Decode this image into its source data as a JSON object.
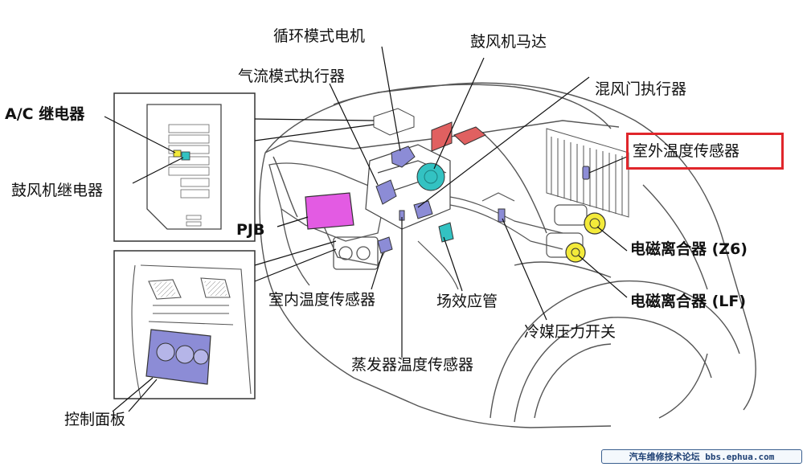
{
  "labels": {
    "recirc_motor": "循环模式电机",
    "blower_motor": "鼓风机马达",
    "airflow_actuator": "气流模式执行器",
    "mix_door_actuator": "混风门执行器",
    "ac_relay": "A/C 继电器",
    "outdoor_temp_sensor": "室外温度传感器",
    "blower_relay": "鼓风机继电器",
    "pjb": "PJB",
    "clutch_z6": "电磁离合器 (Z6)",
    "clutch_lf": "电磁离合器 (LF)",
    "indoor_temp_sensor": "室内温度传感器",
    "fet": "场效应管",
    "refrigerant_pressure_switch": "冷媒压力开关",
    "evaporator_temp_sensor": "蒸发器温度传感器",
    "control_panel": "控制面板"
  },
  "watermark": "汽车维修技术论坛 bbs.ephua.com",
  "colors": {
    "highlight_border": "#e0262b",
    "pjb_fill": "#e35be3",
    "component_blue": "#8c8cd6",
    "component_teal": "#33c2c2",
    "component_red": "#e06060",
    "clutch_yellow": "#f3ea3a",
    "line": "#222222"
  }
}
